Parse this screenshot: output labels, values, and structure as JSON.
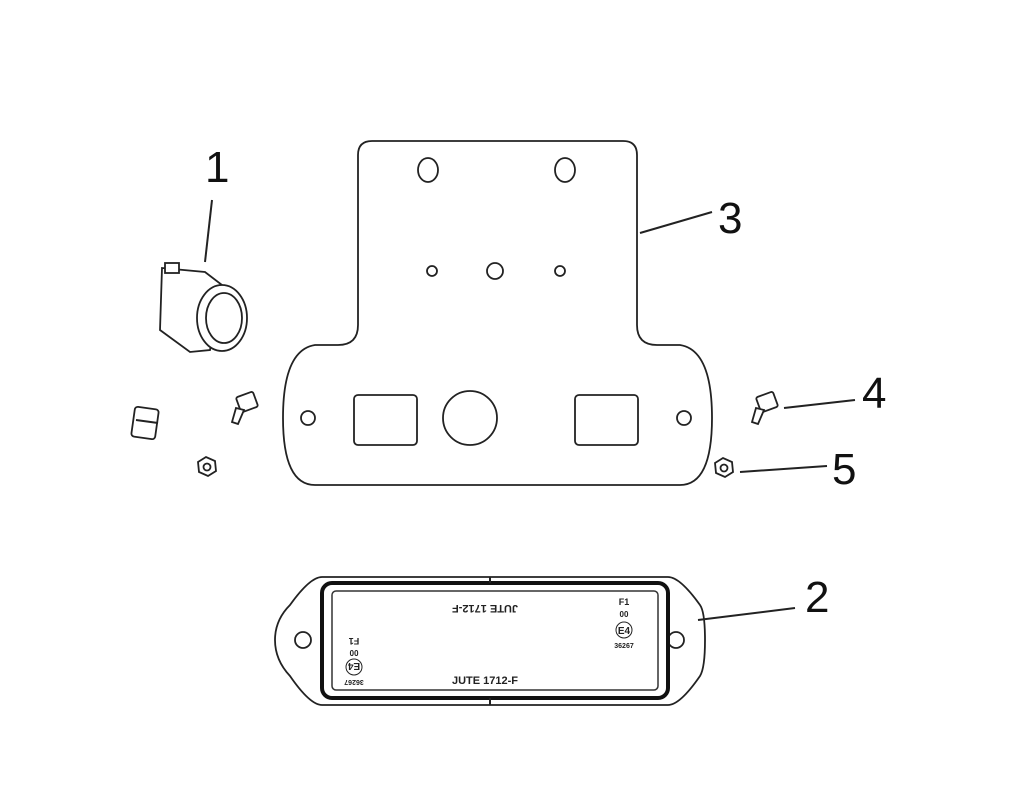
{
  "callouts": [
    "1",
    "2",
    "3",
    "4",
    "5"
  ],
  "lens": {
    "model_text": "JUTE 1712-F",
    "model_text_inverted": "JUTE 1712-F",
    "mark_f1": "F1",
    "mark_00": "00",
    "approval_mark": "E4",
    "approval_number": "36267"
  }
}
